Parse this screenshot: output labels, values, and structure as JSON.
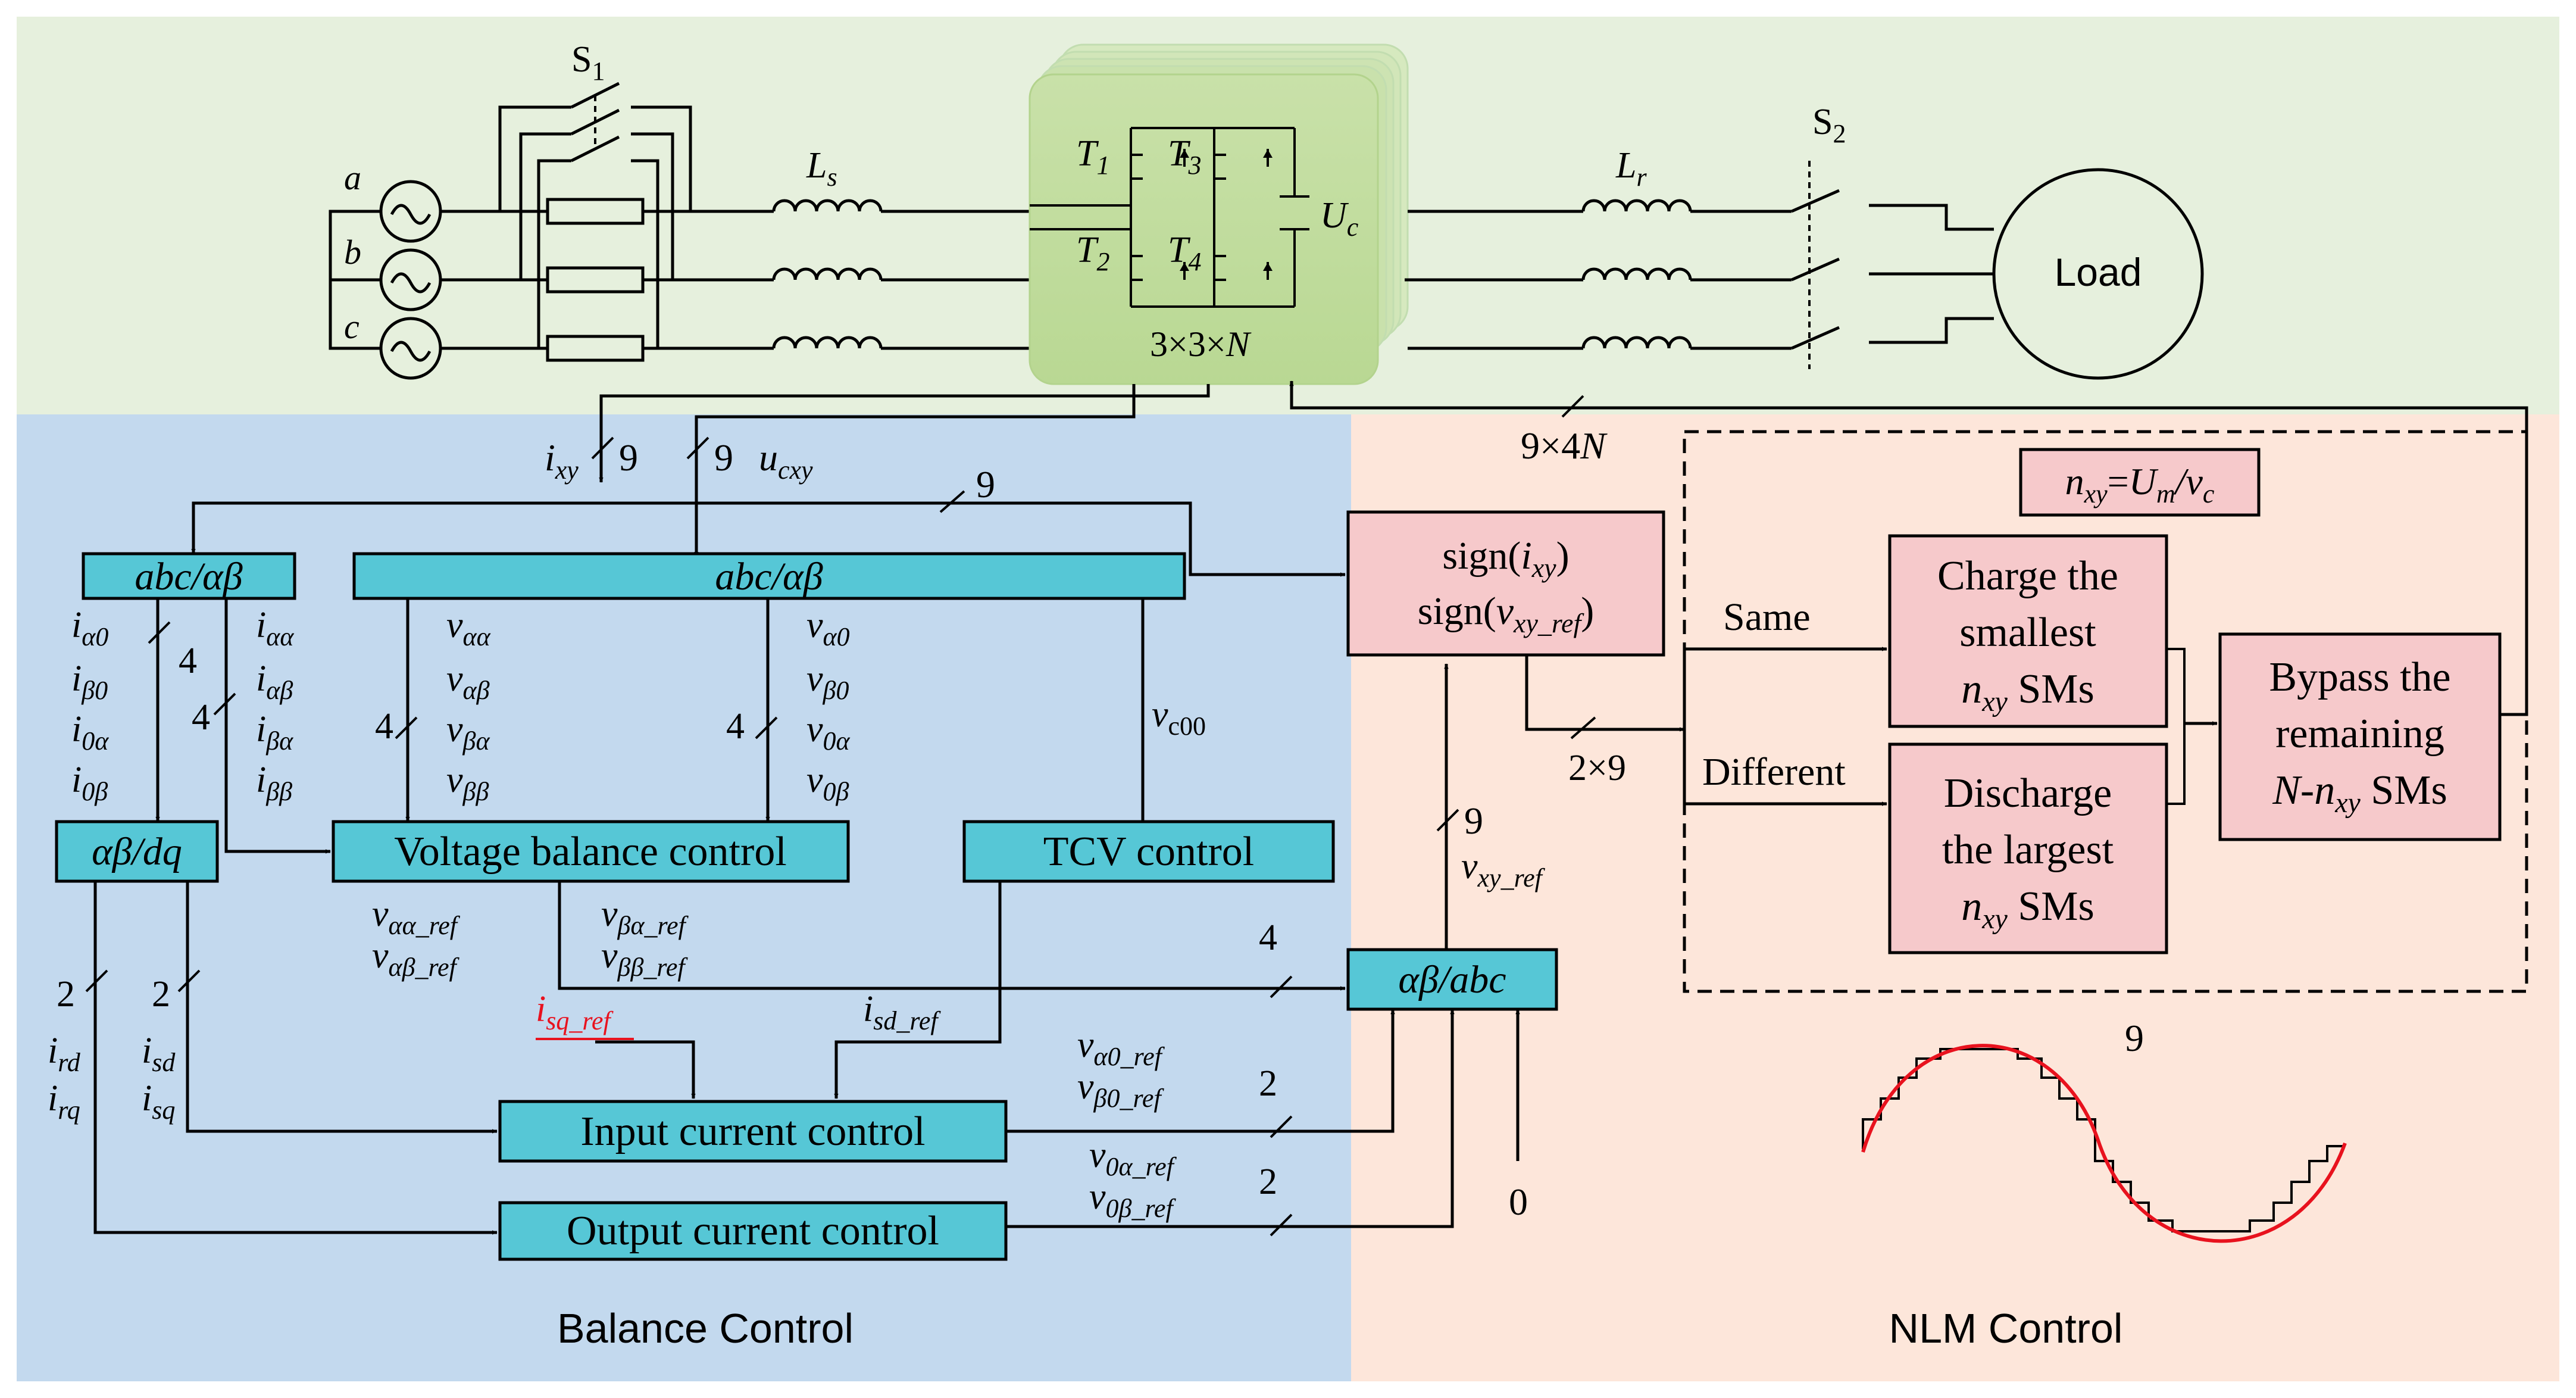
{
  "regions": {
    "balance_label": "Balance Control",
    "nlm_label": "NLM Control"
  },
  "colors": {
    "power_bg": "#e6f0dd",
    "balance_bg": "#c3d9ee",
    "nlm_bg": "#fde6da",
    "block_fill": "#56c7d6",
    "nlm_block_fill": "#f6c9cb",
    "highlight": "#e8121e"
  },
  "power": {
    "switch1": "S",
    "switch1_sub": "1",
    "switch2": "S",
    "switch2_sub": "2",
    "phase_a": "a",
    "phase_b": "b",
    "phase_c": "c",
    "ls": "L",
    "ls_sub": "s",
    "lr": "L",
    "lr_sub": "r",
    "t1": "T",
    "t1_sub": "1",
    "t2": "T",
    "t2_sub": "2",
    "t3": "T",
    "t3_sub": "3",
    "t4": "T",
    "t4_sub": "4",
    "uc": "U",
    "uc_sub": "c",
    "module_count_a": "3×3×",
    "module_count_n": "N",
    "load": "Load"
  },
  "blocks": {
    "abc_ab_left": "abc/αβ",
    "abc_ab_main": "abc/αβ",
    "ab_dq": "αβ/dq",
    "voltage_balance": "Voltage balance control",
    "tcv": "TCV control",
    "input_current": "Input current control",
    "output_current": "Output current control",
    "ab_abc": "αβ/abc",
    "sign_line1": "sign(",
    "sign_line1_var": "i",
    "sign_line1_sub": "xy",
    "sign_line1_end": ")",
    "sign_line2": "sign(",
    "sign_line2_var": "v",
    "sign_line2_sub": "xy_ref",
    "sign_line2_end": ")",
    "charge_1": "Charge the",
    "charge_2": "smallest",
    "charge_3_var": "n",
    "charge_3_sub": "xy",
    "charge_3_end": " SMs",
    "discharge_1": "Discharge",
    "discharge_2": "the largest",
    "discharge_3_var": "n",
    "discharge_3_sub": "xy",
    "discharge_3_end": " SMs",
    "bypass_1": "Bypass the",
    "bypass_2": "remaining",
    "bypass_3_a": "N-n",
    "bypass_3_sub": "xy",
    "bypass_3_end": "  SMs",
    "nxy_a": "n",
    "nxy_a_sub": "xy",
    "nxy_eq": "=",
    "nxy_b": "U",
    "nxy_b_sub": "m",
    "nxy_c": "/v",
    "nxy_c_sub": "c"
  },
  "labels": {
    "i_xy": "i",
    "i_xy_sub": "xy",
    "u_cxy": "u",
    "u_cxy_sub": "cxy",
    "n9": "9",
    "n4": "4",
    "n2": "2",
    "n0": "0",
    "nine_by_4n_a": "9×4",
    "nine_by_4n_b": "N",
    "two_by_9": "2×9",
    "same": "Same",
    "different": "Different",
    "i_a0": "i",
    "i_a0_sub": "α0",
    "i_b0": "i",
    "i_b0_sub": "β0",
    "i_0a": "i",
    "i_0a_sub": "0α",
    "i_0b": "i",
    "i_0b_sub": "0β",
    "i_aa": "i",
    "i_aa_sub": "αα",
    "i_ab": "i",
    "i_ab_sub": "αβ",
    "i_ba": "i",
    "i_ba_sub": "βα",
    "i_bb": "i",
    "i_bb_sub": "ββ",
    "v_aa": "v",
    "v_aa_sub": "αα",
    "v_ab": "v",
    "v_ab_sub": "αβ",
    "v_ba": "v",
    "v_ba_sub": "βα",
    "v_bb": "v",
    "v_bb_sub": "ββ",
    "v_a0": "v",
    "v_a0_sub": "α0",
    "v_b0": "v",
    "v_b0_sub": "β0",
    "v_0a": "v",
    "v_0a_sub": "0α",
    "v_0b": "v",
    "v_0b_sub": "0β",
    "v_c00": "v",
    "v_c00_sub": "c00",
    "v_aa_ref": "v",
    "v_aa_ref_sub": "αα_ref",
    "v_ab_ref": "v",
    "v_ab_ref_sub": "αβ_ref",
    "v_ba_ref": "v",
    "v_ba_ref_sub": "βα_ref",
    "v_bb_ref": "v",
    "v_bb_ref_sub": "ββ_ref",
    "i_sq_ref": "i",
    "i_sq_ref_sub": "sq_ref",
    "i_sd_ref": "i",
    "i_sd_ref_sub": "sd_ref",
    "v_a0_ref": "v",
    "v_a0_ref_sub": "α0_ref",
    "v_b0_ref": "v",
    "v_b0_ref_sub": "β0_ref",
    "v_0a_ref": "v",
    "v_0a_ref_sub": "0α_ref",
    "v_0b_ref": "v",
    "v_0b_ref_sub": "0β_ref",
    "v_xy_ref": "v",
    "v_xy_ref_sub": "xy_ref",
    "i_rd": "i",
    "i_rd_sub": "rd",
    "i_rq": "i",
    "i_rq_sub": "rq",
    "i_sd": "i",
    "i_sd_sub": "sd",
    "i_sq": "i",
    "i_sq_sub": "sq"
  }
}
